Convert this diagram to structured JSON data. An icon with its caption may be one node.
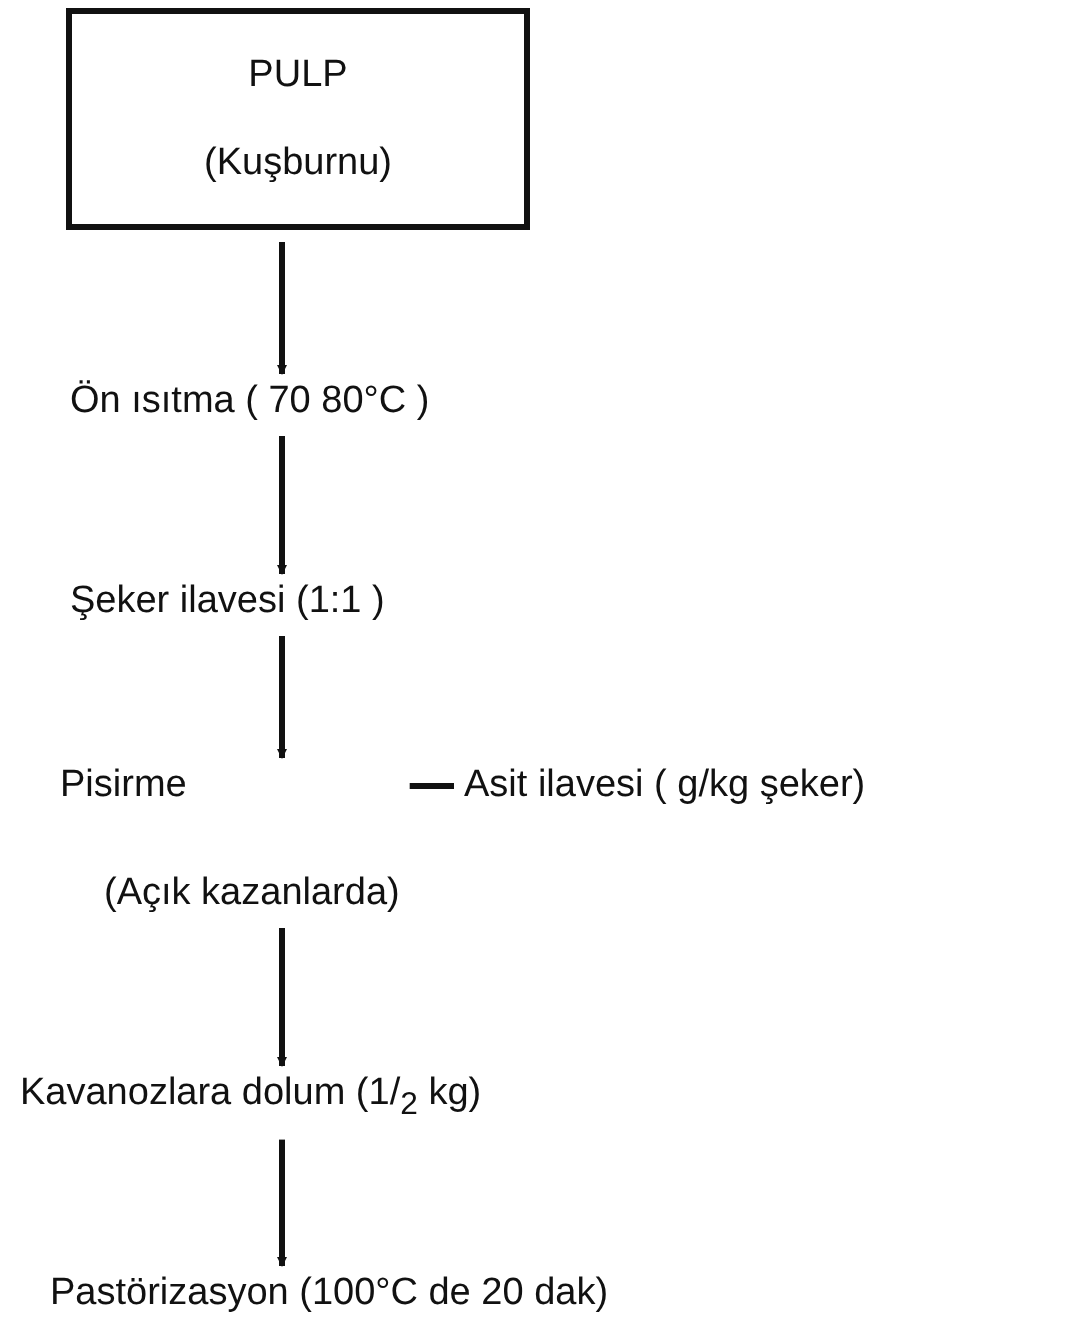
{
  "diagram": {
    "nodes": [
      {
        "text": [
          "PULP",
          "(Kuşburnu)"
        ]
      },
      {
        "text": [
          "Ön ısıtma ( 70 80°C )"
        ]
      },
      {
        "text": [
          "Şeker ilavesi (1:1 )"
        ]
      },
      {
        "text": [
          "Pisirme",
          "(Açık kazanlarda)"
        ]
      },
      {
        "text": [
          "Asit ilavesi ( g/kg şeker)"
        ]
      },
      {
        "text": [
          "Kavanozlara dolum (1/$_{2}$ kg)"
        ]
      },
      {
        "text": [
          "Pastörizasyon (100°C de 20 dak)"
        ]
      }
    ],
    "edges": [
      {
        "from": 0,
        "to": 1,
        "arrow": "to"
      },
      {
        "from": 1,
        "to": 2,
        "arrow": "to"
      },
      {
        "from": 2,
        "to": 3,
        "arrow": "to"
      },
      {
        "from": 4,
        "to": 3,
        "arrow": "none"
      },
      {
        "from": 3,
        "to": 5,
        "arrow": "to"
      },
      {
        "from": 5,
        "to": 6,
        "arrow": "to"
      }
    ]
  }
}
